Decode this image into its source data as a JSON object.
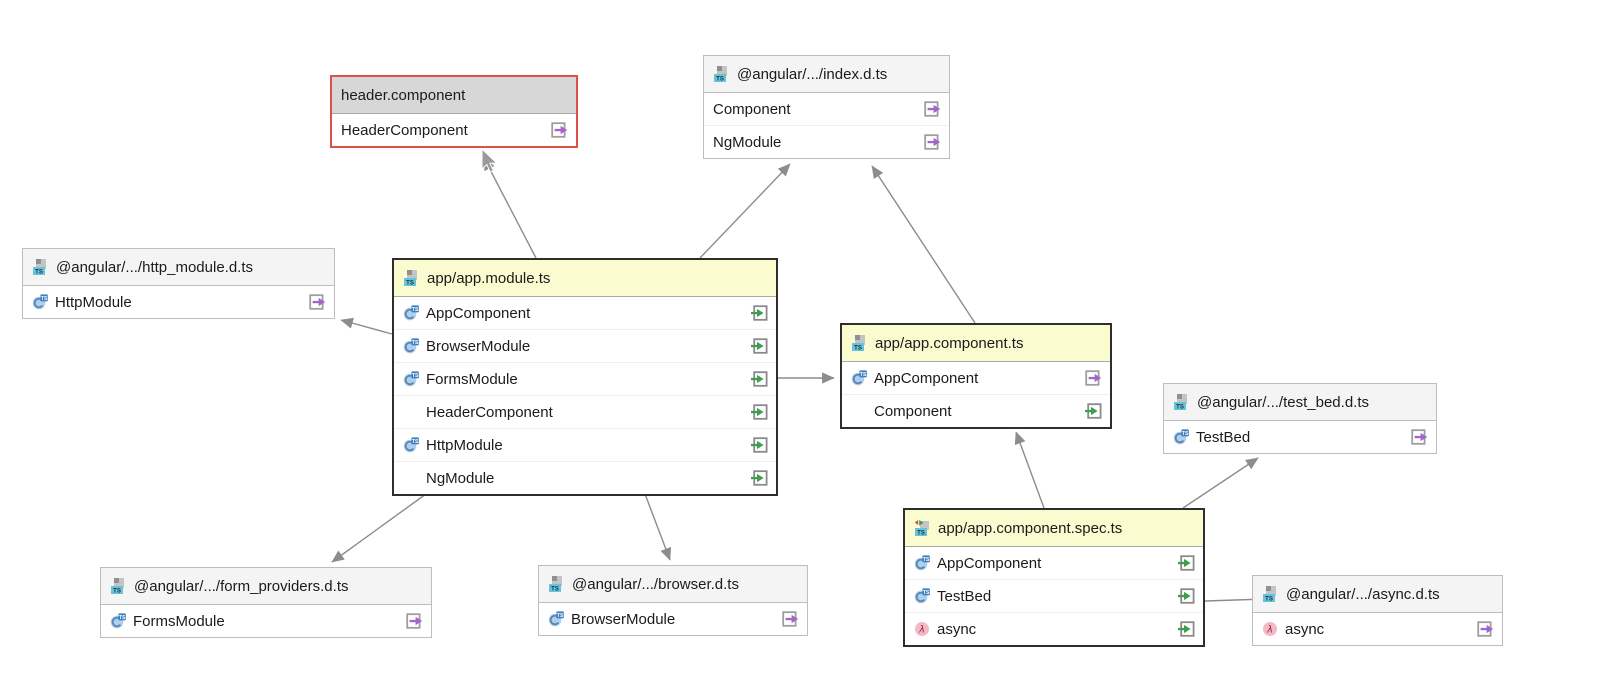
{
  "diagram": {
    "kind": "typescript-module-dependency-diagram",
    "mouse_cursor_visible": true,
    "colors": {
      "yellow_header": "#fbfbd0",
      "white_header": "#f4f4f4",
      "gray_header": "#d7d7d7",
      "red_border": "#dd5149",
      "edge_gray": "#8c8c8c",
      "export_purple": "#a365c9",
      "import_green": "#3f9e4d",
      "class_blue": "#aed0ee",
      "class_badge_blue": "#3e7fc1",
      "lambda_pink": "#f5b8c4",
      "ts_tag_cyan": "#68c3da"
    },
    "nodes": [
      {
        "title": "header.component",
        "title_icon": "",
        "style": "highlighted",
        "rows": [
          {
            "label": "HeaderComponent",
            "member_icon": "",
            "arrow_icon": "export-arrow-icon"
          }
        ]
      },
      {
        "title": "@angular/.../index.d.ts",
        "title_icon": "ts-file-icon",
        "style": "library",
        "rows": [
          {
            "label": "Component",
            "member_icon": "",
            "arrow_icon": "export-arrow-icon"
          },
          {
            "label": "NgModule",
            "member_icon": "",
            "arrow_icon": "export-arrow-icon"
          }
        ]
      },
      {
        "title": "@angular/.../http_module.d.ts",
        "title_icon": "ts-file-icon",
        "style": "library",
        "rows": [
          {
            "label": "HttpModule",
            "member_icon": "class-icon",
            "arrow_icon": "export-arrow-icon"
          }
        ]
      },
      {
        "title": "app/app.module.ts",
        "title_icon": "ts-file-icon",
        "style": "project",
        "rows": [
          {
            "label": "AppComponent",
            "member_icon": "class-icon",
            "arrow_icon": "import-arrow-icon"
          },
          {
            "label": "BrowserModule",
            "member_icon": "class-icon",
            "arrow_icon": "import-arrow-icon"
          },
          {
            "label": "FormsModule",
            "member_icon": "class-icon",
            "arrow_icon": "import-arrow-icon"
          },
          {
            "label": "HeaderComponent",
            "member_icon": "",
            "arrow_icon": "import-arrow-icon"
          },
          {
            "label": "HttpModule",
            "member_icon": "class-icon",
            "arrow_icon": "import-arrow-icon"
          },
          {
            "label": "NgModule",
            "member_icon": "",
            "arrow_icon": "import-arrow-icon"
          }
        ]
      },
      {
        "title": "app/app.component.ts",
        "title_icon": "ts-file-icon",
        "style": "project",
        "rows": [
          {
            "label": "AppComponent",
            "member_icon": "class-icon",
            "arrow_icon": "export-arrow-icon"
          },
          {
            "label": "Component",
            "member_icon": "",
            "arrow_icon": "import-arrow-icon"
          }
        ]
      },
      {
        "title": "@angular/.../test_bed.d.ts",
        "title_icon": "ts-file-icon",
        "style": "library",
        "rows": [
          {
            "label": "TestBed",
            "member_icon": "class-icon",
            "arrow_icon": "export-arrow-icon"
          }
        ]
      },
      {
        "title": "app/app.component.spec.ts",
        "title_icon": "spec-file-icon",
        "style": "project",
        "rows": [
          {
            "label": "AppComponent",
            "member_icon": "class-icon",
            "arrow_icon": "import-arrow-icon"
          },
          {
            "label": "TestBed",
            "member_icon": "class-icon",
            "arrow_icon": "import-arrow-icon"
          },
          {
            "label": "async",
            "member_icon": "lambda-icon",
            "arrow_icon": "import-arrow-icon"
          }
        ]
      },
      {
        "title": "@angular/.../form_providers.d.ts",
        "title_icon": "ts-file-icon",
        "style": "library",
        "rows": [
          {
            "label": "FormsModule",
            "member_icon": "class-icon",
            "arrow_icon": "export-arrow-icon"
          }
        ]
      },
      {
        "title": "@angular/.../browser.d.ts",
        "title_icon": "ts-file-icon",
        "style": "library",
        "rows": [
          {
            "label": "BrowserModule",
            "member_icon": "class-icon",
            "arrow_icon": "export-arrow-icon"
          }
        ]
      },
      {
        "title": "@angular/.../async.d.ts",
        "title_icon": "ts-file-icon",
        "style": "library",
        "rows": [
          {
            "label": "async",
            "member_icon": "lambda-icon",
            "arrow_icon": "export-arrow-icon"
          }
        ]
      }
    ],
    "edges": [
      {
        "from": "app/app.module.ts",
        "to": "header.component"
      },
      {
        "from": "app/app.module.ts",
        "to": "@angular/.../index.d.ts"
      },
      {
        "from": "app/app.component.ts",
        "to": "@angular/.../index.d.ts"
      },
      {
        "from": "app/app.module.ts",
        "to": "@angular/.../http_module.d.ts"
      },
      {
        "from": "app/app.module.ts",
        "to": "app/app.component.ts"
      },
      {
        "from": "app/app.module.ts",
        "to": "@angular/.../form_providers.d.ts"
      },
      {
        "from": "app/app.module.ts",
        "to": "@angular/.../browser.d.ts"
      },
      {
        "from": "app/app.component.spec.ts",
        "to": "app/app.component.ts"
      },
      {
        "from": "app/app.component.spec.ts",
        "to": "@angular/.../test_bed.d.ts"
      },
      {
        "from": "app/app.component.spec.ts",
        "to": "@angular/.../async.d.ts"
      }
    ]
  }
}
